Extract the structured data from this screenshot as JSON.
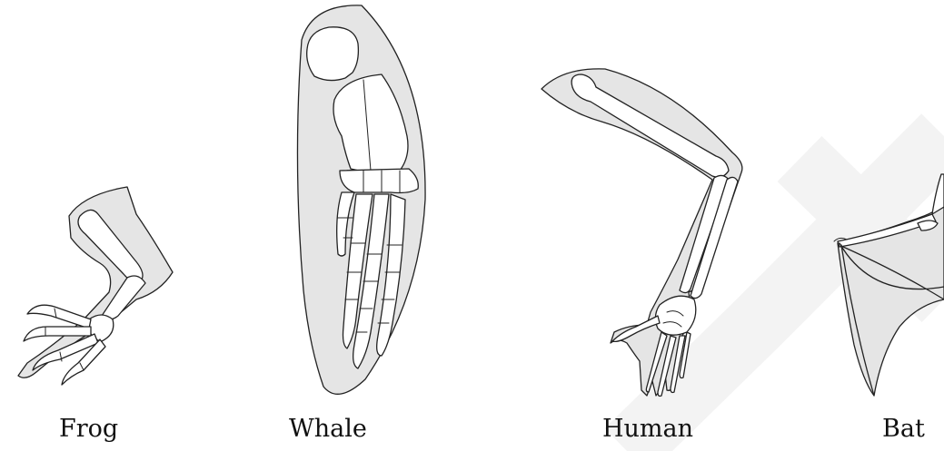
{
  "limbs": [
    {
      "id": "frog",
      "label": "Frog"
    },
    {
      "id": "whale",
      "label": "Whale"
    },
    {
      "id": "human",
      "label": "Human"
    },
    {
      "id": "bat",
      "label": "Bat"
    }
  ],
  "colors": {
    "flesh": "#e5e5e5",
    "bone": "#ffffff",
    "outline": "#222222"
  }
}
